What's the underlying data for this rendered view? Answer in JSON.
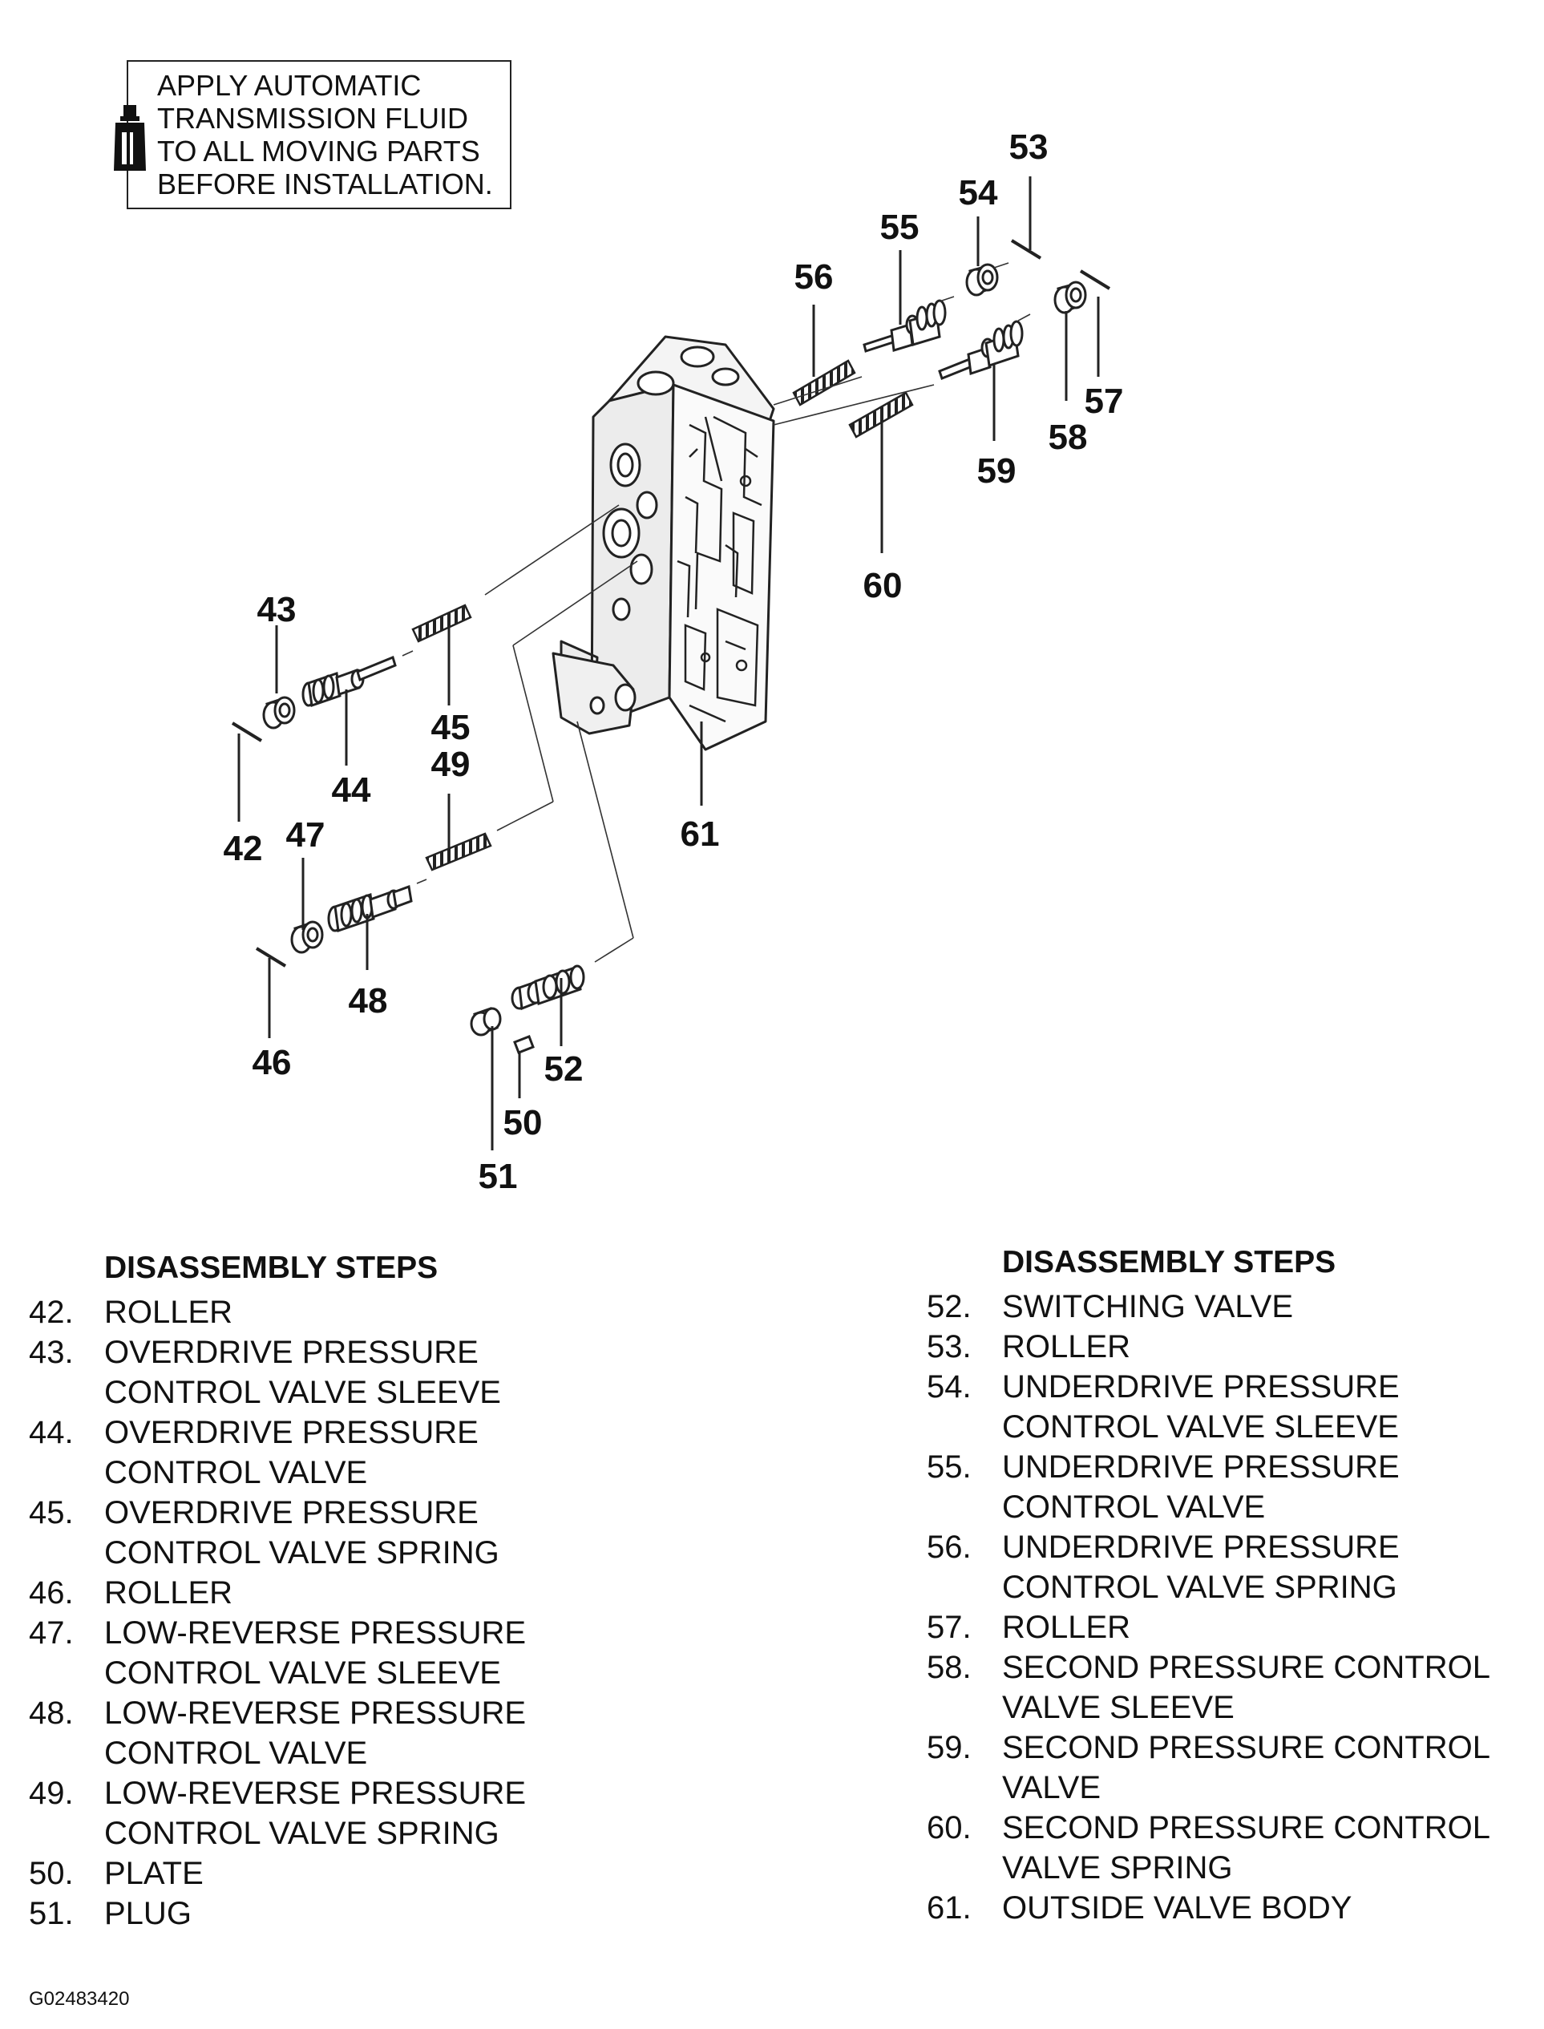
{
  "note": {
    "lines": [
      "APPLY AUTOMATIC",
      "TRANSMISSION FLUID",
      "TO ALL MOVING PARTS",
      "BEFORE INSTALLATION."
    ],
    "icon": "atf-bottle-icon"
  },
  "callouts": [
    "42",
    "43",
    "44",
    "45",
    "46",
    "47",
    "48",
    "49",
    "50",
    "51",
    "52",
    "53",
    "54",
    "55",
    "56",
    "57",
    "58",
    "59",
    "60",
    "61"
  ],
  "left_steps": {
    "title": "DISASSEMBLY STEPS",
    "items": [
      {
        "num": "42.",
        "text": "ROLLER"
      },
      {
        "num": "43.",
        "text": "OVERDRIVE PRESSURE\nCONTROL VALVE SLEEVE"
      },
      {
        "num": "44.",
        "text": "OVERDRIVE PRESSURE\nCONTROL VALVE"
      },
      {
        "num": "45.",
        "text": "OVERDRIVE PRESSURE\nCONTROL VALVE SPRING"
      },
      {
        "num": "46.",
        "text": "ROLLER"
      },
      {
        "num": "47.",
        "text": "LOW-REVERSE PRESSURE\nCONTROL VALVE SLEEVE"
      },
      {
        "num": "48.",
        "text": "LOW-REVERSE PRESSURE\nCONTROL VALVE"
      },
      {
        "num": "49.",
        "text": "LOW-REVERSE PRESSURE\nCONTROL VALVE SPRING"
      },
      {
        "num": "50.",
        "text": "PLATE"
      },
      {
        "num": "51.",
        "text": "PLUG"
      }
    ]
  },
  "right_steps": {
    "title": "DISASSEMBLY STEPS",
    "items": [
      {
        "num": "52.",
        "text": "SWITCHING VALVE"
      },
      {
        "num": "53.",
        "text": "ROLLER"
      },
      {
        "num": "54.",
        "text": "UNDERDRIVE PRESSURE\nCONTROL VALVE SLEEVE"
      },
      {
        "num": "55.",
        "text": "UNDERDRIVE PRESSURE\nCONTROL VALVE"
      },
      {
        "num": "56.",
        "text": "UNDERDRIVE PRESSURE\nCONTROL VALVE SPRING"
      },
      {
        "num": "57.",
        "text": "ROLLER"
      },
      {
        "num": "58.",
        "text": "SECOND PRESSURE CONTROL\nVALVE SLEEVE"
      },
      {
        "num": "59.",
        "text": "SECOND PRESSURE CONTROL\nVALVE"
      },
      {
        "num": "60.",
        "text": "SECOND PRESSURE CONTROL\nVALVE SPRING"
      },
      {
        "num": "61.",
        "text": "OUTSIDE VALVE BODY"
      }
    ]
  },
  "figure_code": "G02483420"
}
